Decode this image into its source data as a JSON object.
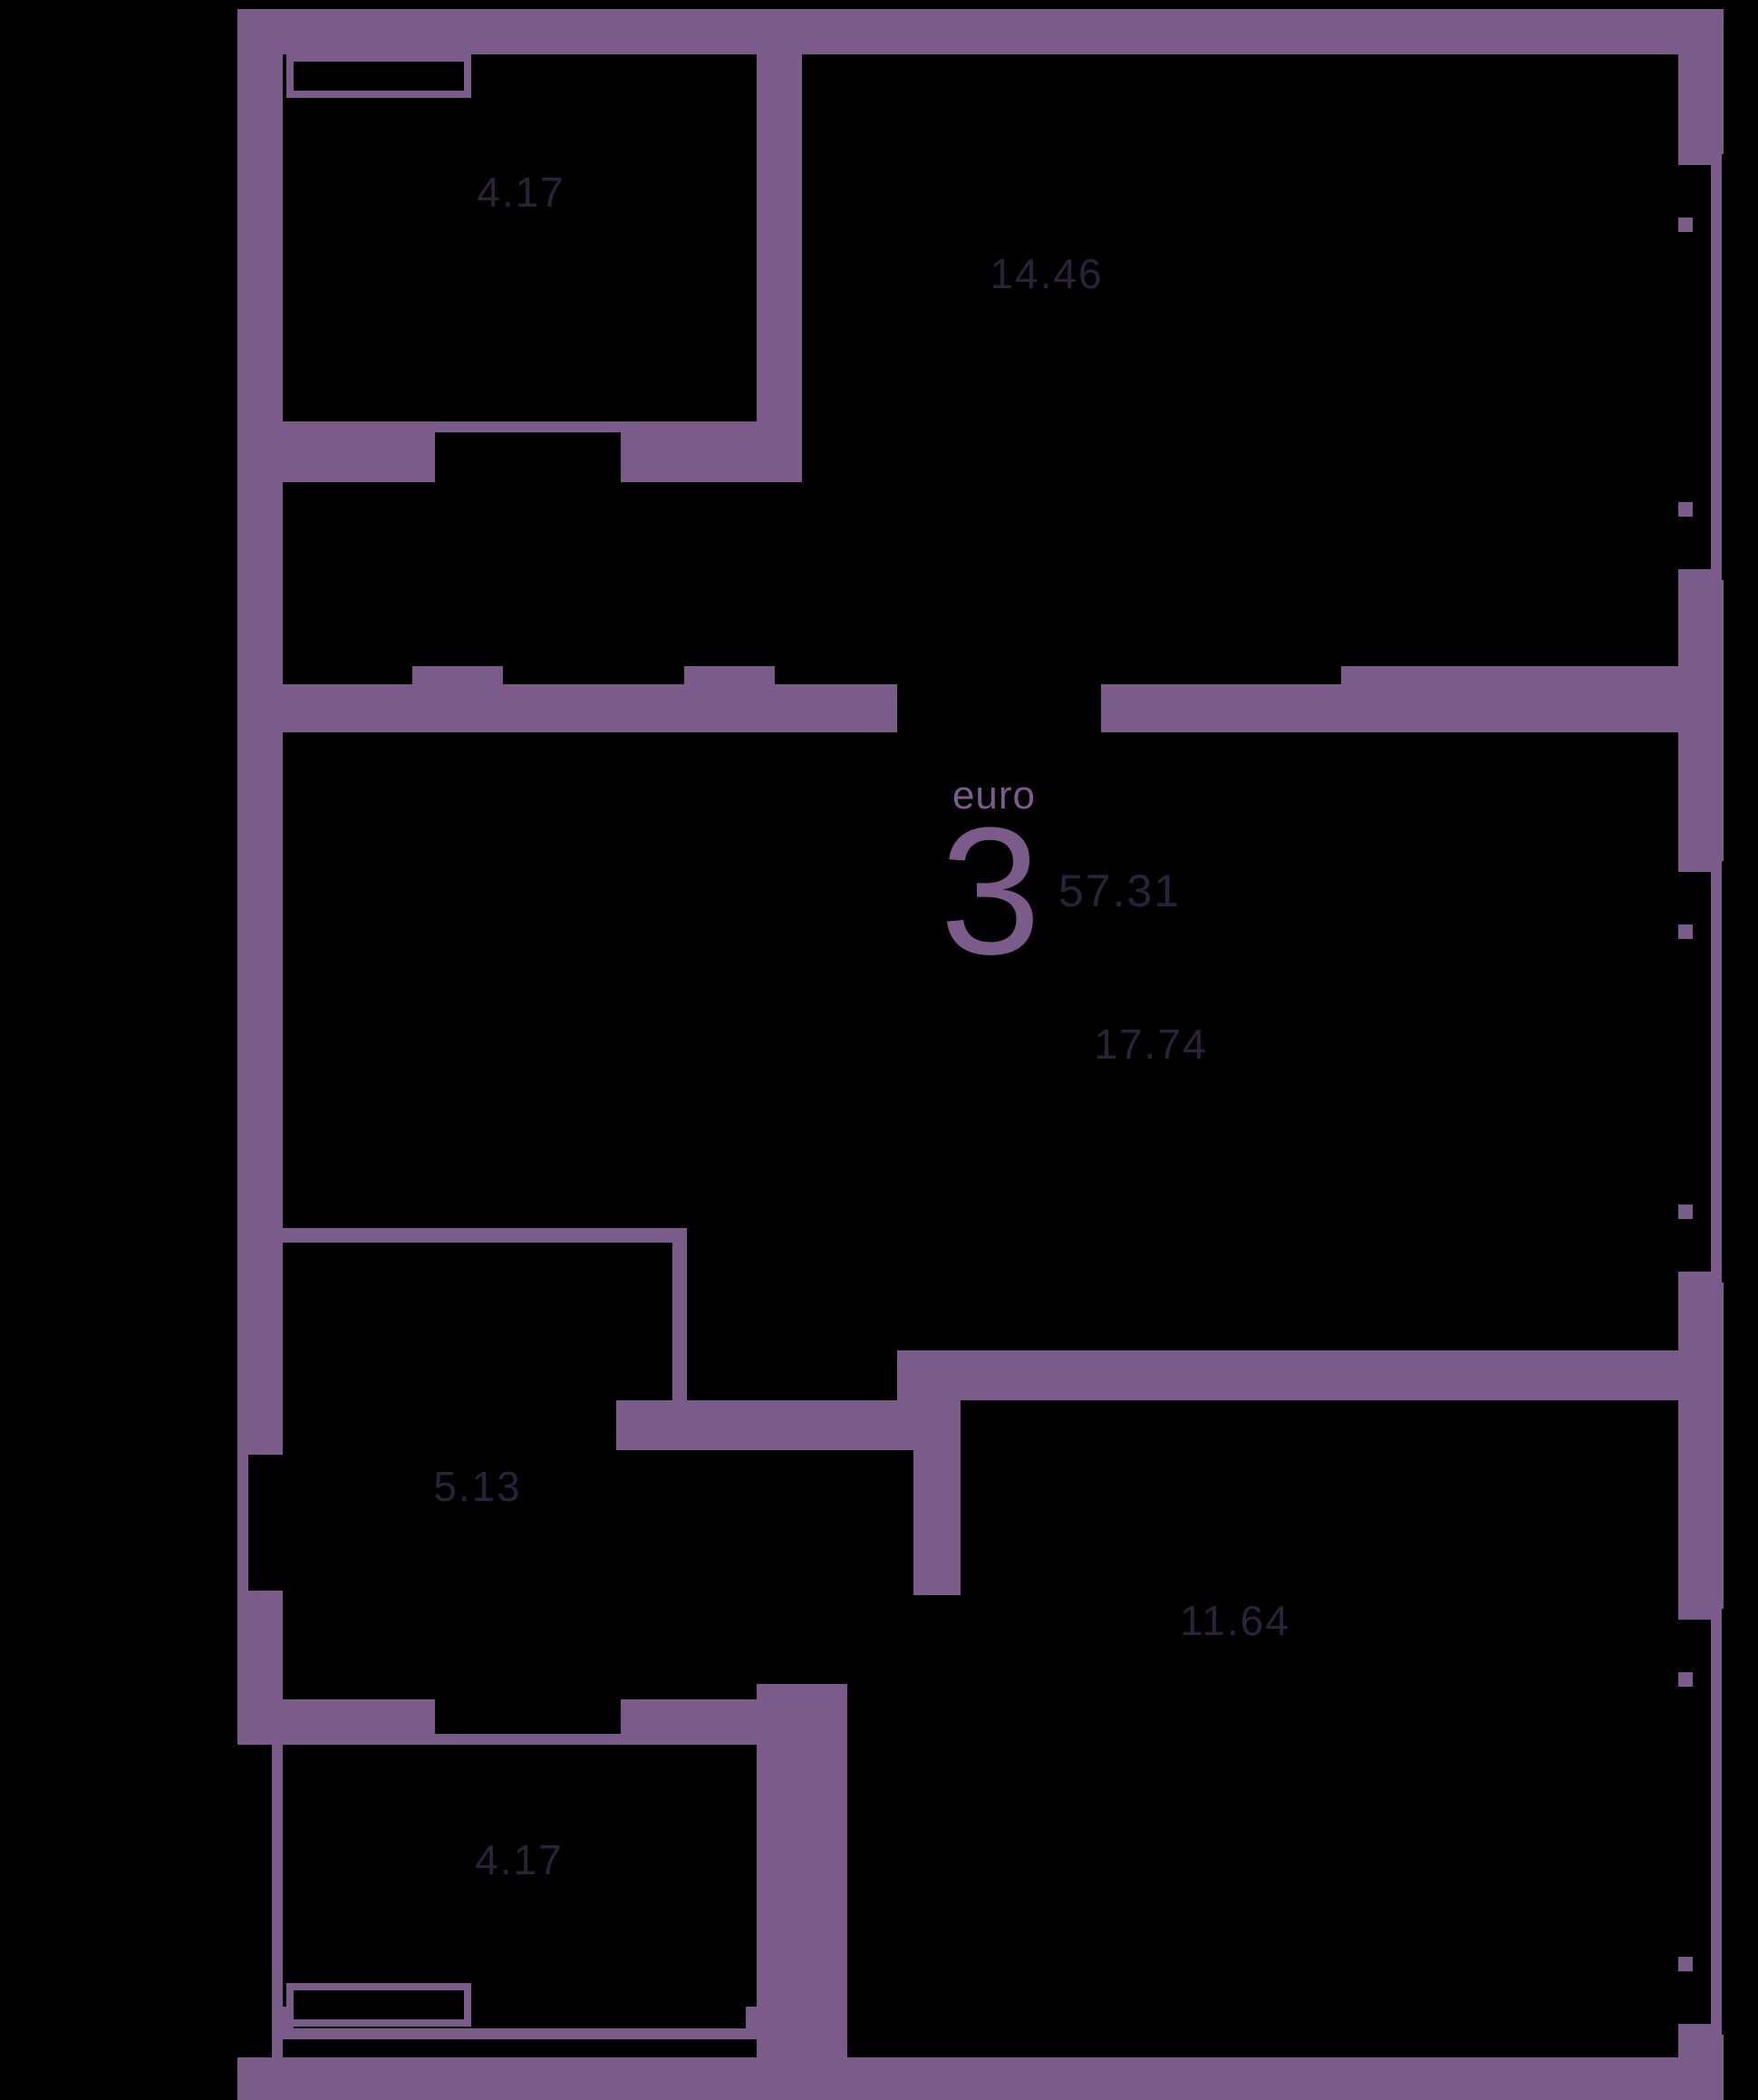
{
  "floorplan": {
    "unit": {
      "layout_type": "euro",
      "rooms_count": "3",
      "total_area": "57.31"
    },
    "rooms": [
      {
        "id": "balcony-top",
        "area": "4.17"
      },
      {
        "id": "kitchen-living",
        "area": "14.46"
      },
      {
        "id": "living-room",
        "area": "17.74"
      },
      {
        "id": "hallway",
        "area": "5.13"
      },
      {
        "id": "bedroom",
        "area": "11.64"
      },
      {
        "id": "balcony-bottom",
        "area": "4.17"
      }
    ],
    "colors": {
      "background": "#000000",
      "wall": "#7b5b89",
      "room_label": "#2b2138",
      "unit_label": "#7b5b89"
    }
  }
}
